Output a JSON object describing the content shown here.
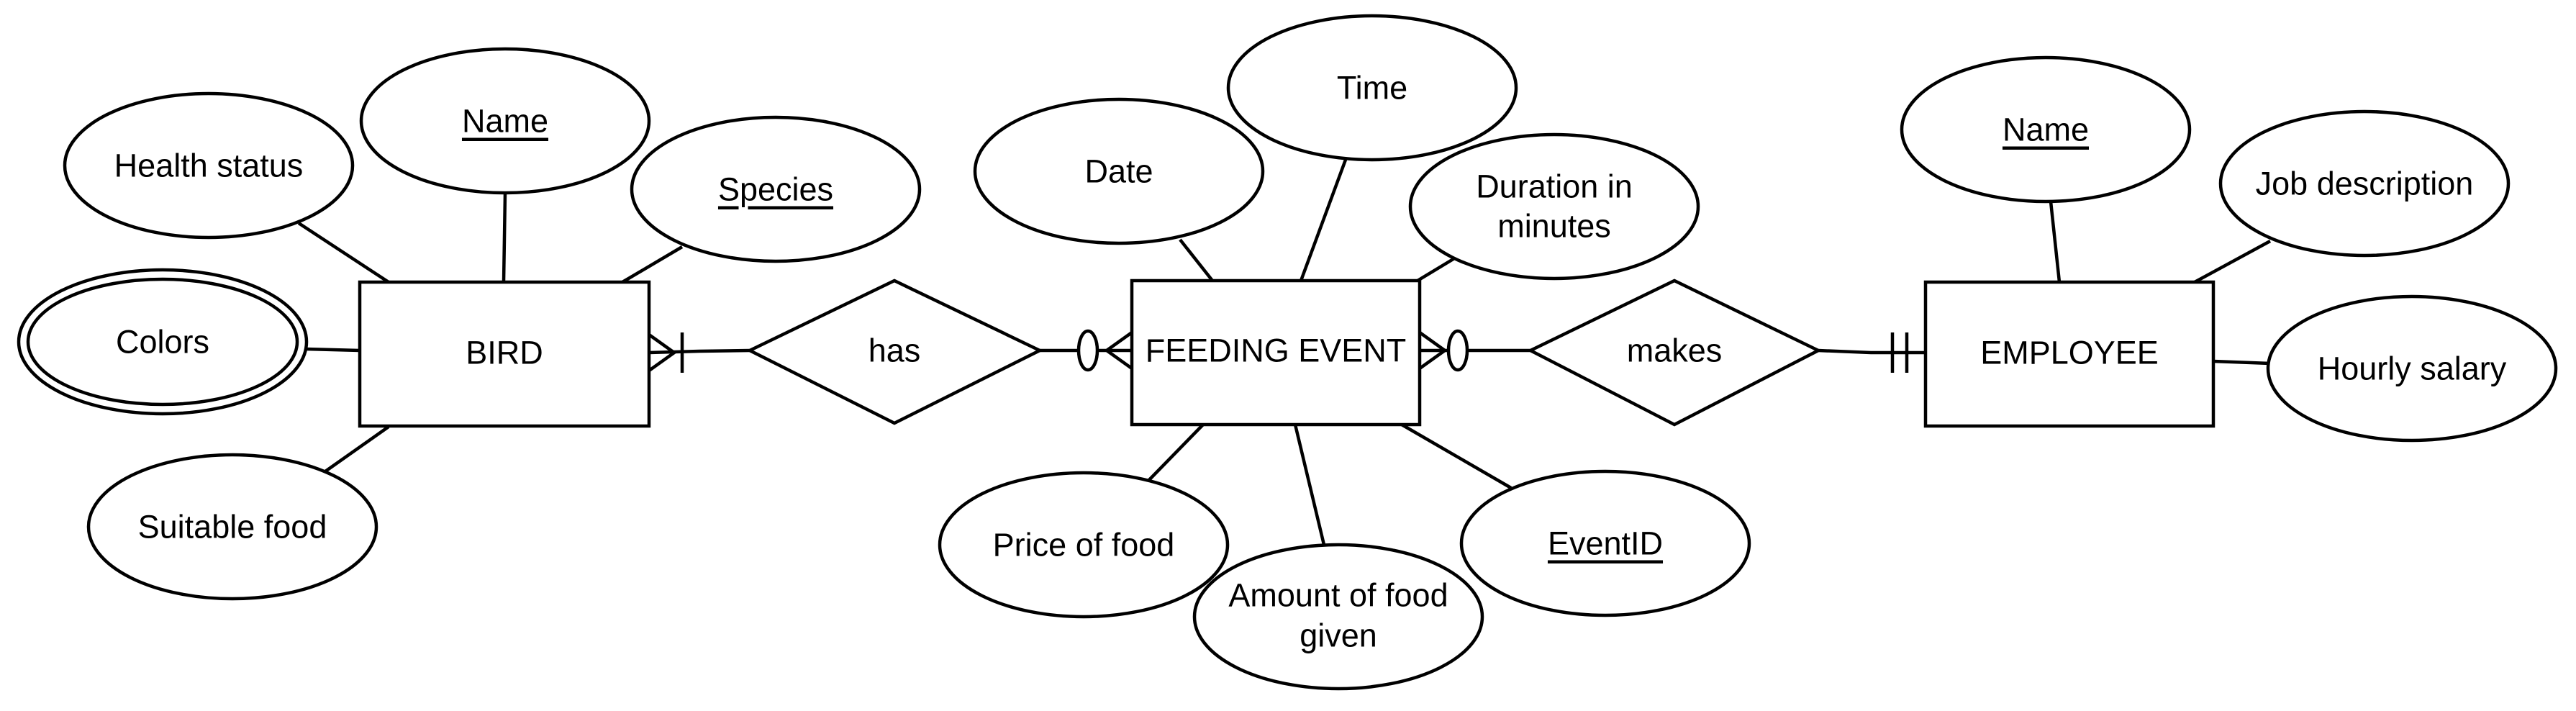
{
  "entities": {
    "bird": "BIRD",
    "feeding_event": "FEEDING EVENT",
    "employee": "EMPLOYEE"
  },
  "relationships": {
    "has": "has",
    "makes": "makes"
  },
  "attributes": {
    "bird": {
      "health_status": "Health status",
      "name": "Name",
      "species": "Species",
      "colors": "Colors",
      "suitable_food": "Suitable food"
    },
    "feeding_event": {
      "date": "Date",
      "time": "Time",
      "duration_line1": "Duration in",
      "duration_line2": "minutes",
      "price_of_food": "Price of food",
      "amount_line1": "Amount of food",
      "amount_line2": "given",
      "event_id": "EventID"
    },
    "employee": {
      "name": "Name",
      "job_description": "Job description",
      "hourly_salary": "Hourly salary"
    }
  }
}
